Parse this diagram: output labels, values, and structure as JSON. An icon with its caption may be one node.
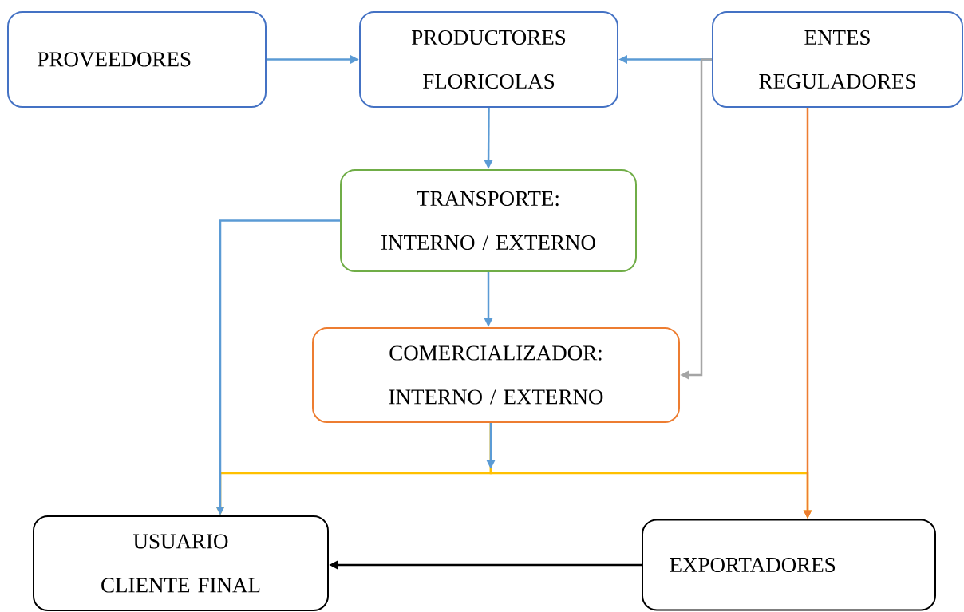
{
  "diagram": {
    "nodes": [
      {
        "text": [
          "PROVEEDORES"
        ]
      },
      {
        "text": [
          "PRODUCTORES FLORICOLAS"
        ]
      },
      {
        "text": [
          "ENTES REGULADORES"
        ]
      },
      {
        "text": [
          "TRANSPORTE: INTERNO / EXTERNO"
        ]
      },
      {
        "text": [
          "COMERCIALIZADOR: INTERNO / EXTERNO"
        ]
      },
      {
        "text": [
          "USUARIO CLIENTE FINAL"
        ]
      },
      {
        "text": [
          "EXPORTADORES"
        ]
      }
    ],
    "edges": [
      {
        "from": 0,
        "to": 1,
        "arrow": "to"
      },
      {
        "from": 2,
        "to": 1,
        "arrow": "to"
      },
      {
        "from": 2,
        "to": 4,
        "arrow": "to",
        "color": "#a5a5a5"
      },
      {
        "from": 1,
        "to": 3,
        "arrow": "to"
      },
      {
        "from": 3,
        "to": 4,
        "arrow": "to"
      },
      {
        "from": 3,
        "to": 5,
        "arrow": "to"
      },
      {
        "from": 2,
        "to": 6,
        "arrow": "to",
        "color": "#ed7d31"
      },
      {
        "from": 4,
        "to": 5,
        "arrow": "to",
        "color": "#ffc000"
      },
      {
        "from": 4,
        "to": 6,
        "arrow": "to",
        "color": "#ffc000"
      },
      {
        "from": 6,
        "to": 5,
        "arrow": "to",
        "color": "#000000"
      }
    ]
  }
}
